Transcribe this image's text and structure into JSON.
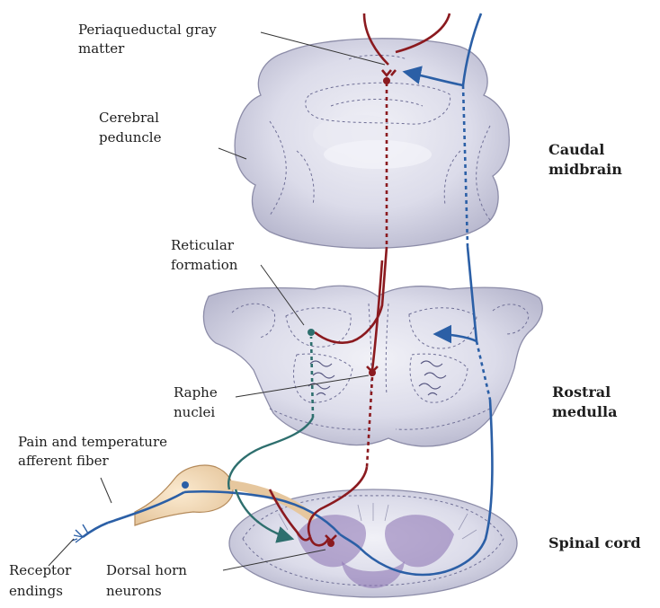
{
  "labels": {
    "periaqueductal_line1": "Periaqueductal gray",
    "periaqueductal_line2": "matter",
    "cerebral_line1": "Cerebral",
    "cerebral_line2": "peduncle",
    "caudal_line1": "Caudal",
    "caudal_line2": "midbrain",
    "reticular_line1": "Reticular",
    "reticular_line2": "formation",
    "raphe_line1": "Raphe",
    "raphe_line2": "nuclei",
    "rostral_line1": "Rostral",
    "rostral_line2": "medulla",
    "pain_line1": "Pain and temperature",
    "pain_line2": "afferent fiber",
    "spinal_cord": "Spinal cord",
    "receptor_line1": "Receptor",
    "receptor_line2": "endings",
    "dorsal_line1": "Dorsal horn",
    "dorsal_line2": "neurons"
  },
  "colors": {
    "descending_pathway": "#8b1a1f",
    "ascending_pathway": "#2b5fa6",
    "afferent_fiber": "#2e6f6e",
    "tissue": "#d8d8e8",
    "ganglion": "#f0d9b8"
  }
}
